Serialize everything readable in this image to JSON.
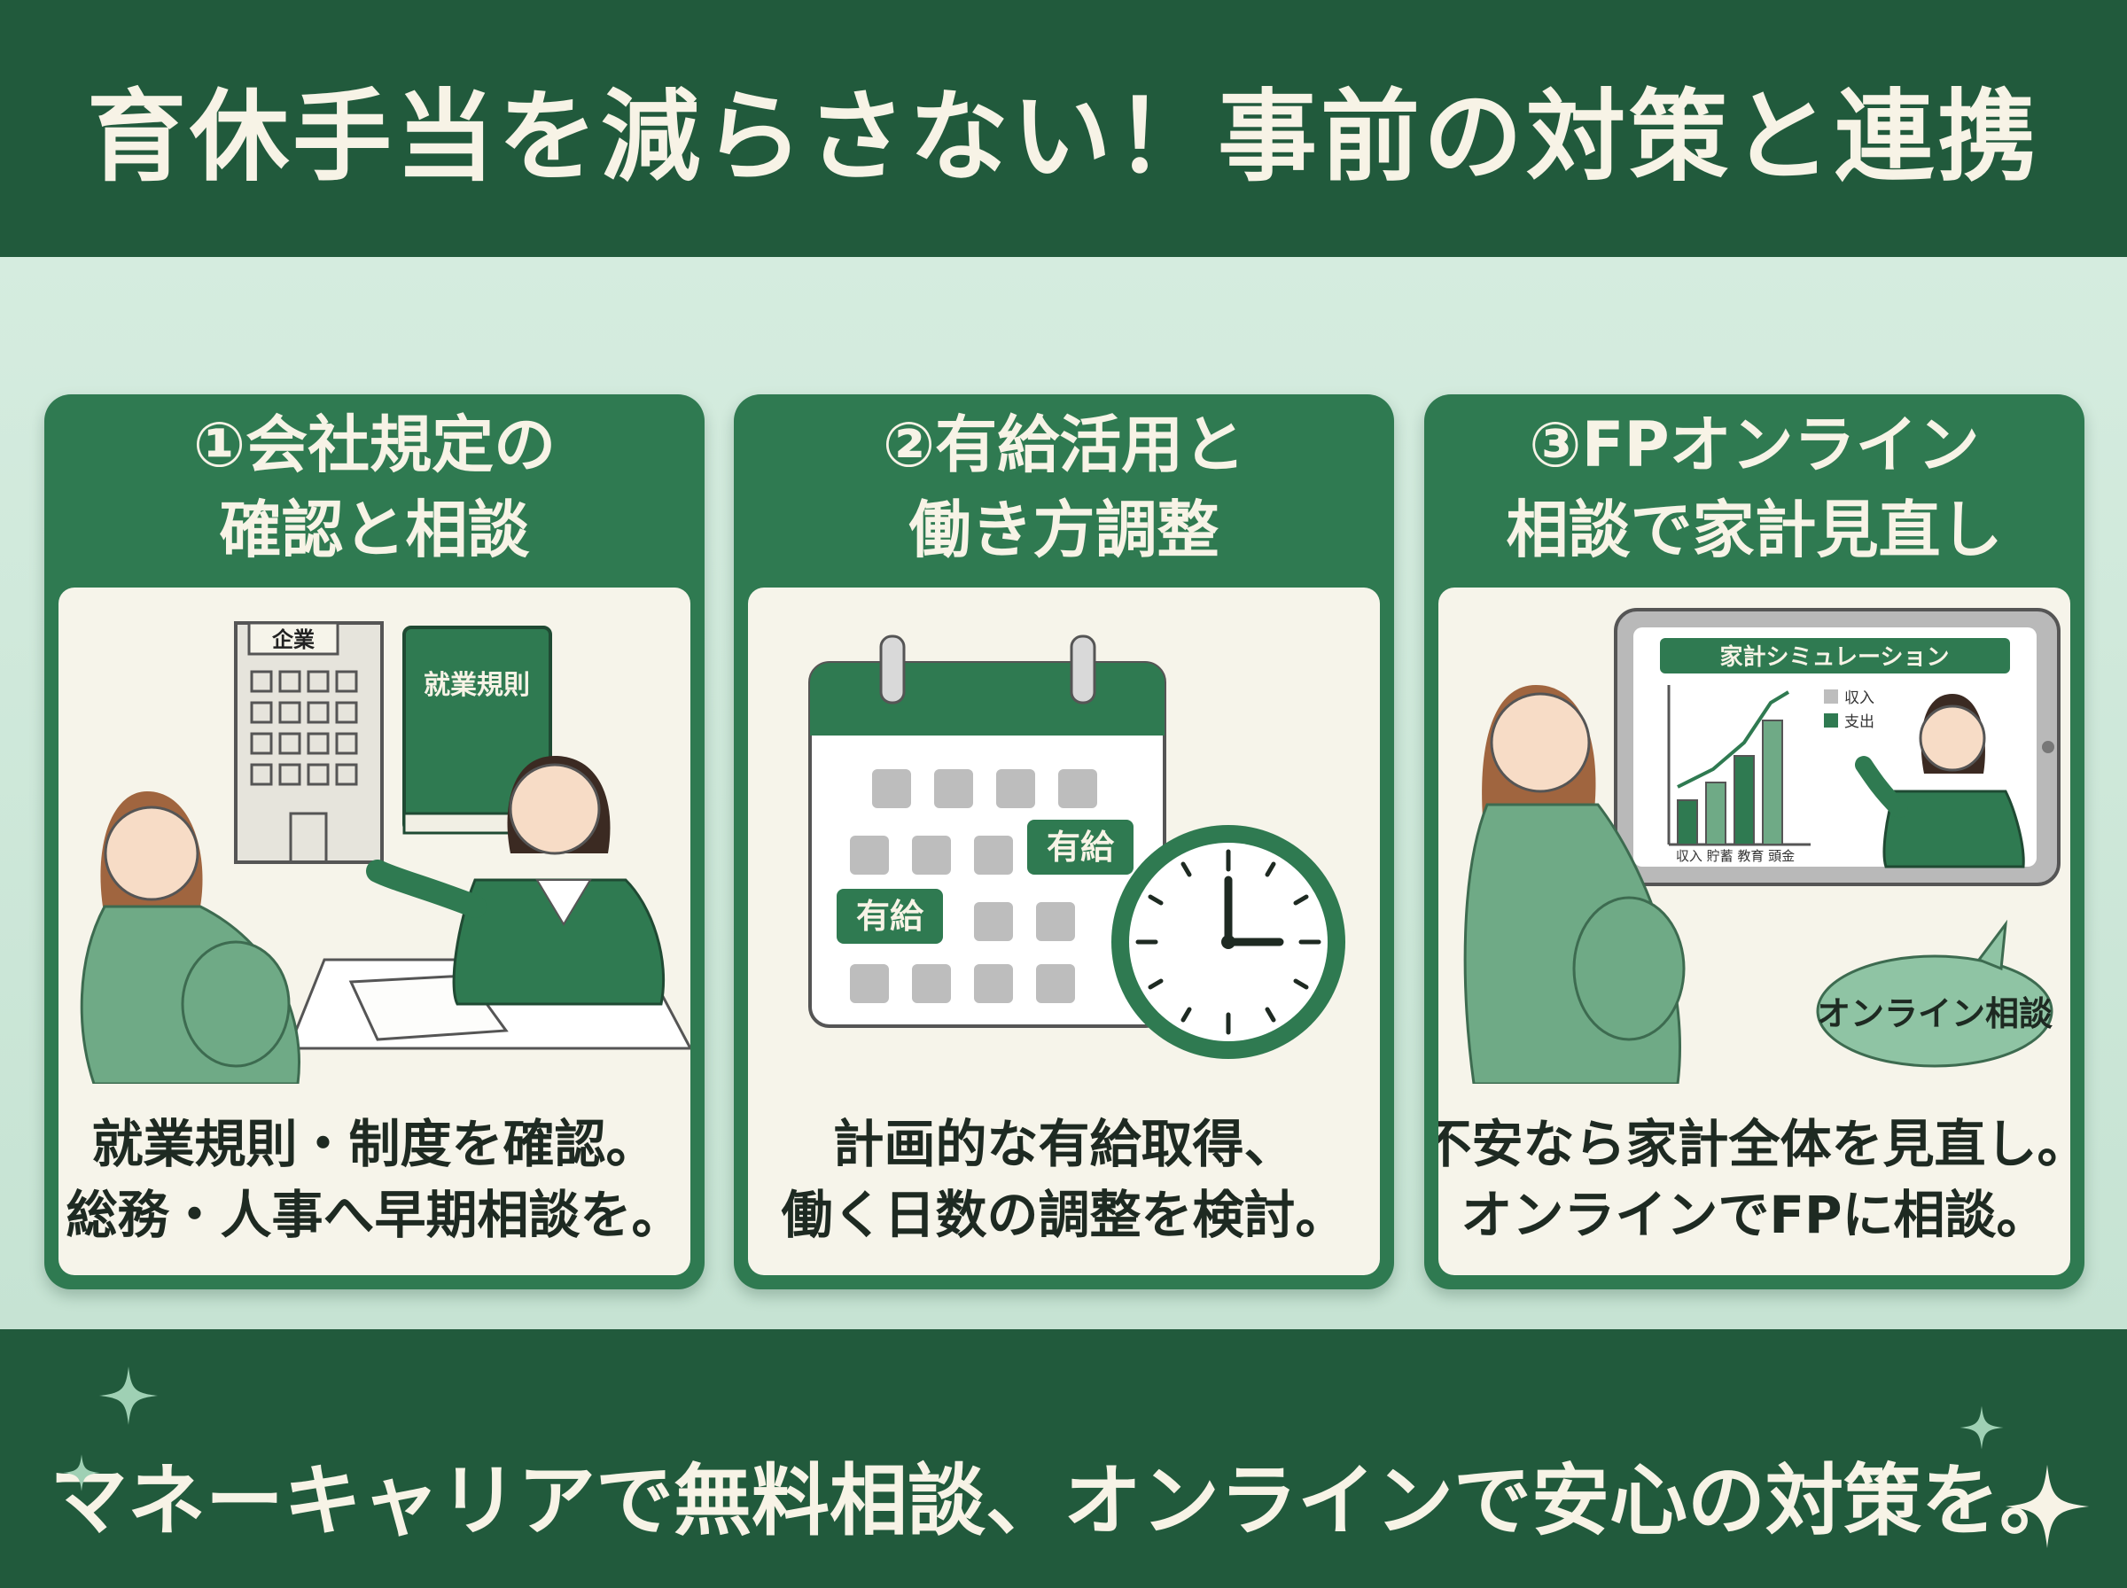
{
  "header": {
    "title": "育休手当を減らさない！事前の対策と連携"
  },
  "cards": [
    {
      "title_line1": "①会社規定の",
      "title_line2": "確認と相談",
      "building_sign": "企業",
      "book_title": "就業規則",
      "caption_line1": "就業規則・制度を確認。",
      "caption_line2": "総務・人事へ早期相談を。"
    },
    {
      "title_line1": "②有給活用と",
      "title_line2": "働き方調整",
      "calendar_tag1": "有給",
      "calendar_tag2": "有給",
      "caption_line1": "計画的な有給取得、",
      "caption_line2": "働く日数の調整を検討。"
    },
    {
      "title_line1": "③FPオンライン",
      "title_line2": "相談で家計見直し",
      "screen_title": "家計シミュレーション",
      "legend1": "収入",
      "legend2": "支出",
      "axis_labels": "収入 貯蓄 教育 頭金",
      "bubble": "オンライン相談",
      "caption_line1": "不安なら家計全体を見直し。",
      "caption_line2": "オンラインでFPに相談。"
    }
  ],
  "footer": {
    "text": "マネーキャリアで無料相談、オンラインで安心の対策を。"
  },
  "colors": {
    "dark_green": "#215a3c",
    "card_green": "#2f7a51",
    "light_green": "#cfe8da",
    "cream": "#f6f4ea"
  }
}
